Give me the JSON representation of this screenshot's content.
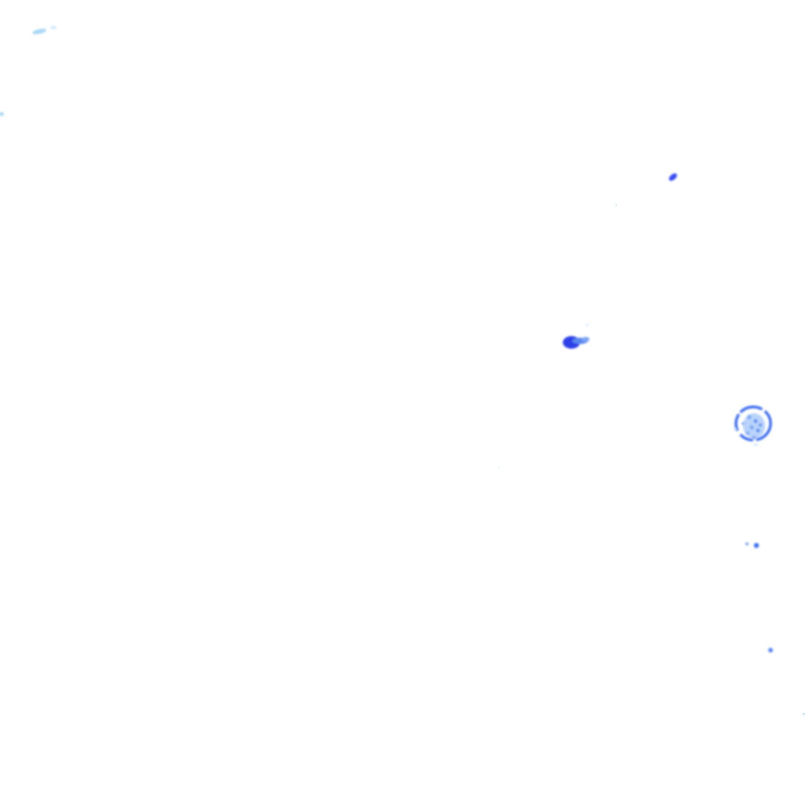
{
  "image": {
    "background_color": "#ffffff",
    "palette": {
      "light_blue": "#a9d8f5",
      "pale_blue": "#cfe9fb",
      "medium_blue": "#5a86f0",
      "bright_blue": "#3a4ff0",
      "deep_blue": "#2f3fe8",
      "ring_blue": "#3d6ef2",
      "speckle_blue": "#7fa6f4"
    },
    "features": [
      {
        "name": "light-blue-streak"
      },
      {
        "name": "light-blue-dot"
      },
      {
        "name": "small-blue-blob"
      },
      {
        "name": "faint-speck"
      },
      {
        "name": "bright-blue-blob"
      },
      {
        "name": "ring-shaped-blob"
      },
      {
        "name": "small-blue-dots"
      },
      {
        "name": "tiny-blue-dot"
      },
      {
        "name": "edge-speck"
      }
    ]
  }
}
